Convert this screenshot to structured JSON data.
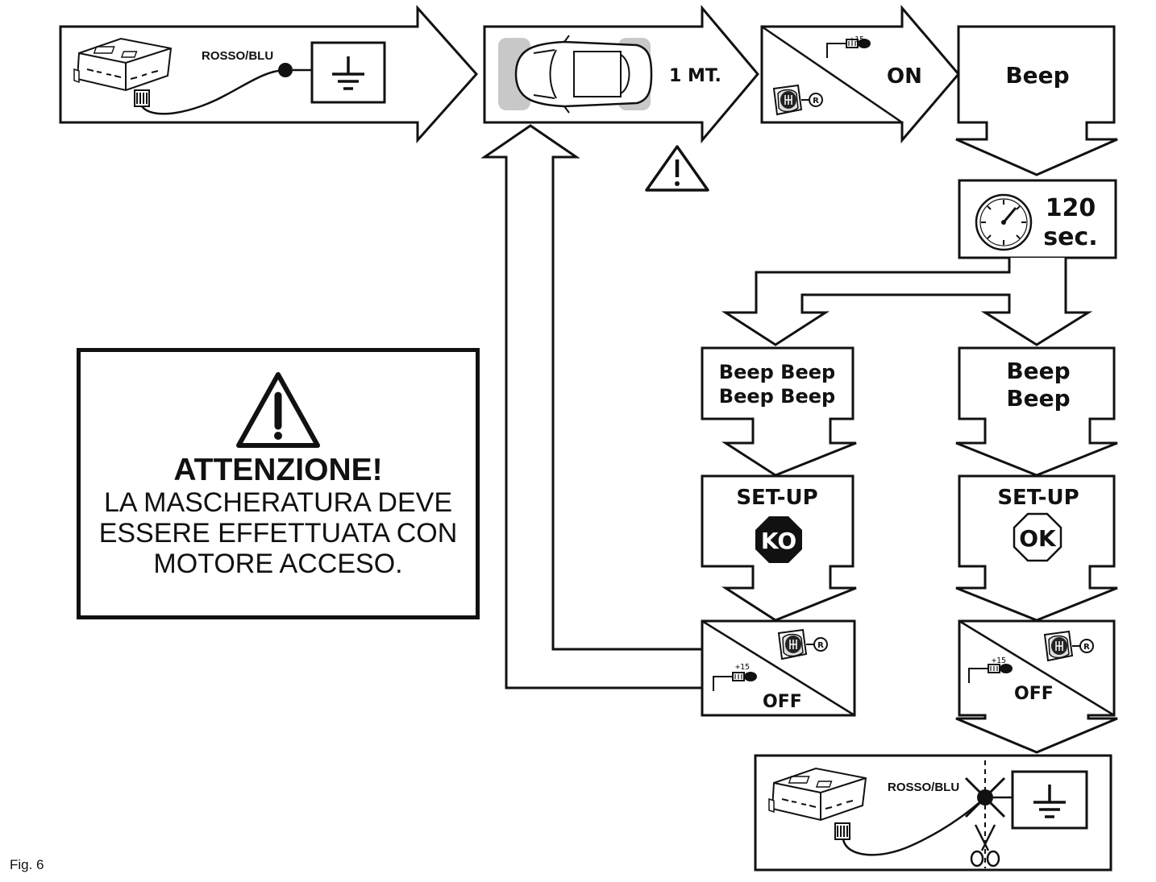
{
  "figure": {
    "label": "Fig. 6"
  },
  "wiring": {
    "wire_label_top": "ROSSO/BLU",
    "wire_label_bottom": "ROSSO/BLU"
  },
  "steps": {
    "distance": "1 MT.",
    "ignition_on": "ON",
    "ignition_terminal": "+15",
    "reverse_gear": "R",
    "beep_single": "Beep",
    "timer_value": "120",
    "timer_unit": "sec.",
    "beep_fail_line1": "Beep Beep",
    "beep_fail_line2": "Beep Beep",
    "beep_ok_line1": "Beep",
    "beep_ok_line2": "Beep",
    "setup_label": "SET-UP",
    "result_ko": "KO",
    "result_ok": "OK",
    "ignition_off": "OFF"
  },
  "warning": {
    "title": "ATTENZIONE!",
    "lines": [
      "LA MASCHERATURA DEVE",
      "ESSERE EFFETTUATA CON",
      "MOTORE ACCESO."
    ]
  },
  "icons": [
    "control-unit-icon",
    "ground-symbol-icon",
    "car-top-view-icon",
    "warning-triangle-icon",
    "ignition-key-icon",
    "gear-shifter-icon",
    "stopwatch-icon",
    "ko-octagon-icon",
    "ok-octagon-icon",
    "scissors-icon",
    "cut-mark-icon"
  ],
  "colors": {
    "stroke": "#111111",
    "car_outline_bg": "#c8c8c8",
    "background": "#ffffff"
  }
}
